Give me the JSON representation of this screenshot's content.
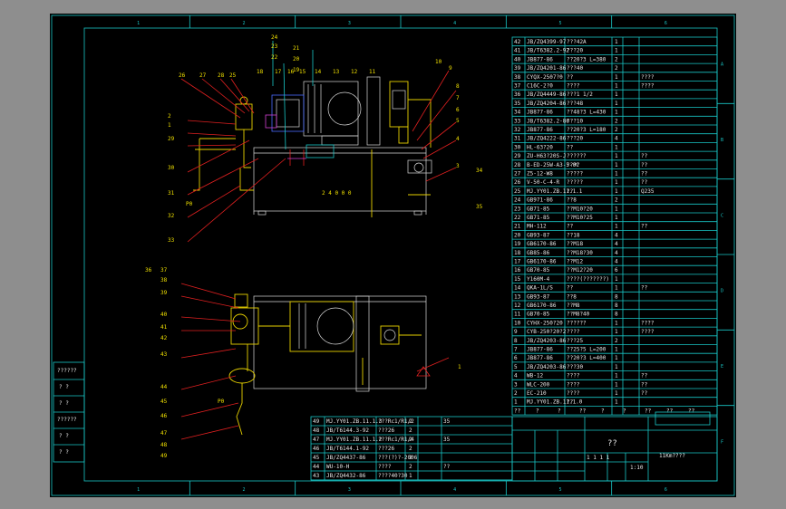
{
  "frame": {
    "column_markers": [
      "1",
      "2",
      "3",
      "4",
      "5",
      "6"
    ],
    "row_markers": [
      "A",
      "B",
      "C",
      "D",
      "E",
      "F"
    ]
  },
  "parts_table": {
    "rows": [
      {
        "no": "42",
        "code": "JB/ZQ4399-97",
        "name": "???42A",
        "qty": "1",
        "note": ""
      },
      {
        "no": "41",
        "code": "JB/T6382.2-92",
        "name": "???20",
        "qty": "1",
        "note": ""
      },
      {
        "no": "40",
        "code": "JB877-86",
        "name": "??20?3 L=380",
        "qty": "2",
        "note": ""
      },
      {
        "no": "39",
        "code": "JB/ZQ4201-86",
        "name": "???40",
        "qty": "2",
        "note": ""
      },
      {
        "no": "38",
        "code": "CYQX-2507?0",
        "name": "??",
        "qty": "1",
        "note": "????"
      },
      {
        "no": "37",
        "code": "C16C-2?0",
        "name": "????",
        "qty": "1",
        "note": "????"
      },
      {
        "no": "36",
        "code": "JB/ZQ4449-86",
        "name": "???1 1/2",
        "qty": "1",
        "note": ""
      },
      {
        "no": "35",
        "code": "JB/ZQ4204-86",
        "name": "???48",
        "qty": "1",
        "note": ""
      },
      {
        "no": "34",
        "code": "JB877-86",
        "name": "??48?3 L=430",
        "qty": "1",
        "note": ""
      },
      {
        "no": "33",
        "code": "JB/T6382.2-86",
        "name": "???10",
        "qty": "2",
        "note": ""
      },
      {
        "no": "32",
        "code": "JB877-86",
        "name": "??20?3 L=180",
        "qty": "2",
        "note": ""
      },
      {
        "no": "31",
        "code": "JB/ZQ4222-86",
        "name": "???20",
        "qty": "4",
        "note": ""
      },
      {
        "no": "30",
        "code": "HL-63?20",
        "name": "??",
        "qty": "1",
        "note": ""
      },
      {
        "no": "29",
        "code": "ZU-H63?20S-J",
        "name": "??????",
        "qty": "1",
        "note": "??"
      },
      {
        "no": "28",
        "code": "B-ED-25W-A3-5-0C",
        "name": "????",
        "qty": "1",
        "note": "??"
      },
      {
        "no": "27",
        "code": "Z5-12-W8",
        "name": "?????",
        "qty": "1",
        "note": "??"
      },
      {
        "no": "26",
        "code": "V-50-C-4-R",
        "name": "?????",
        "qty": "1",
        "note": "??"
      },
      {
        "no": "25",
        "code": "MJ.YY01.ZB.11.1.1",
        "name": "??",
        "qty": "1",
        "note": "Q235"
      },
      {
        "no": "24",
        "code": "GB971-86",
        "name": "??8",
        "qty": "2",
        "note": ""
      },
      {
        "no": "23",
        "code": "GB71-85",
        "name": "??M10?20",
        "qty": "1",
        "note": ""
      },
      {
        "no": "22",
        "code": "GB71-85",
        "name": "??M10?25",
        "qty": "1",
        "note": ""
      },
      {
        "no": "21",
        "code": "MH-112",
        "name": "??",
        "qty": "1",
        "note": "??"
      },
      {
        "no": "20",
        "code": "GB93-87",
        "name": "??18",
        "qty": "4",
        "note": ""
      },
      {
        "no": "19",
        "code": "GB6170-86",
        "name": "??M18",
        "qty": "4",
        "note": ""
      },
      {
        "no": "18",
        "code": "GB85-86",
        "name": "??M18?30",
        "qty": "4",
        "note": ""
      },
      {
        "no": "17",
        "code": "GB6170-86",
        "name": "??M12",
        "qty": "4",
        "note": ""
      },
      {
        "no": "16",
        "code": "GB70-85",
        "name": "??M12?20",
        "qty": "6",
        "note": ""
      },
      {
        "no": "15",
        "code": "Y160M-4",
        "name": "????(???????)",
        "qty": "1",
        "note": ""
      },
      {
        "no": "14",
        "code": "QKA-1L/S",
        "name": "??",
        "qty": "1",
        "note": "??"
      },
      {
        "no": "13",
        "code": "GB93-87",
        "name": "??8",
        "qty": "8",
        "note": ""
      },
      {
        "no": "12",
        "code": "GB6170-86",
        "name": "??M8",
        "qty": "8",
        "note": ""
      },
      {
        "no": "11",
        "code": "GB70-85",
        "name": "??M8?40",
        "qty": "8",
        "note": ""
      },
      {
        "no": "10",
        "code": "CYHX-250?20",
        "name": "??????",
        "qty": "1",
        "note": "????"
      },
      {
        "no": "9",
        "code": "CYB-250?20?2",
        "name": "????",
        "qty": "1",
        "note": "????"
      },
      {
        "no": "8",
        "code": "JB/ZQ4203-86",
        "name": "???25",
        "qty": "2",
        "note": ""
      },
      {
        "no": "7",
        "code": "JB877-86",
        "name": "??25?5 L=200",
        "qty": "1",
        "note": ""
      },
      {
        "no": "6",
        "code": "JB877-86",
        "name": "??20?3 L=400",
        "qty": "1",
        "note": ""
      },
      {
        "no": "5",
        "code": "JB/ZQ4203-86",
        "name": "???30",
        "qty": "1",
        "note": ""
      },
      {
        "no": "4",
        "code": "WB-12",
        "name": "????",
        "qty": "1",
        "note": "??"
      },
      {
        "no": "3",
        "code": "WLC-200",
        "name": "????",
        "qty": "1",
        "note": "??"
      },
      {
        "no": "2",
        "code": "EC-210",
        "name": "????",
        "qty": "1",
        "note": "??"
      },
      {
        "no": "1",
        "code": "MJ.YY01.ZB.11.1.0",
        "name": "??",
        "qty": "1",
        "note": ""
      }
    ],
    "header": [
      "??",
      "?",
      "?",
      "??",
      "?",
      "?",
      "??",
      "??",
      "??"
    ]
  },
  "bottom_table": {
    "rows": [
      {
        "no": "49",
        "code": "MJ.YY01.ZB.11.1.3",
        "name": "???Rc1/R1/2",
        "qty": "2",
        "mat": "35"
      },
      {
        "no": "48",
        "code": "JB/T6144.3-92",
        "name": "???26",
        "qty": "2",
        "mat": ""
      },
      {
        "no": "47",
        "code": "MJ.YY01.ZB.11.1.2",
        "name": "???Rc1/R1/4",
        "qty": "2",
        "mat": "35"
      },
      {
        "no": "46",
        "code": "JB/T6144.1-92",
        "name": "???26",
        "qty": "2",
        "mat": ""
      },
      {
        "no": "45",
        "code": "JB/ZQ4437-86",
        "name": "???(?)?-2006",
        "qty": "2",
        "mat": ""
      },
      {
        "no": "44",
        "code": "WU-10-H",
        "name": "????",
        "qty": "2",
        "mat": "??"
      },
      {
        "no": "43",
        "code": "JB/ZQ4432-86",
        "name": "????40?30",
        "qty": "1",
        "mat": ""
      }
    ]
  },
  "title_block": {
    "drawing_title": "??",
    "product_name": "11Km????",
    "scale": "1:10",
    "sheet_digits": "1 1 1 1"
  },
  "left_stamp": [
    "??????",
    "?  ?",
    "?  ?",
    "??????",
    "?  ?",
    "?  ?"
  ],
  "callouts_top": [
    "26",
    "27",
    "28",
    "25",
    "24",
    "23",
    "22",
    "21",
    "20",
    "19",
    "18",
    "17",
    "16",
    "15",
    "14",
    "13",
    "12",
    "11",
    "10",
    "9",
    "8",
    "7",
    "6",
    "5",
    "4",
    "3",
    "2",
    "1",
    "29",
    "30",
    "31",
    "32",
    "33",
    "34",
    "35"
  ],
  "callouts_bottom": [
    "36",
    "37",
    "38",
    "39",
    "40",
    "41",
    "42",
    "43",
    "44",
    "45",
    "46",
    "47",
    "48",
    "49",
    "1"
  ],
  "top_view_label": "2 4 0 0 0",
  "dim_label": "P0",
  "colors": {
    "frame": "#19c6c6",
    "text": "#e8e8e8",
    "part": "#e6d000",
    "leader": "#e02020",
    "accent": "#d040d0"
  }
}
